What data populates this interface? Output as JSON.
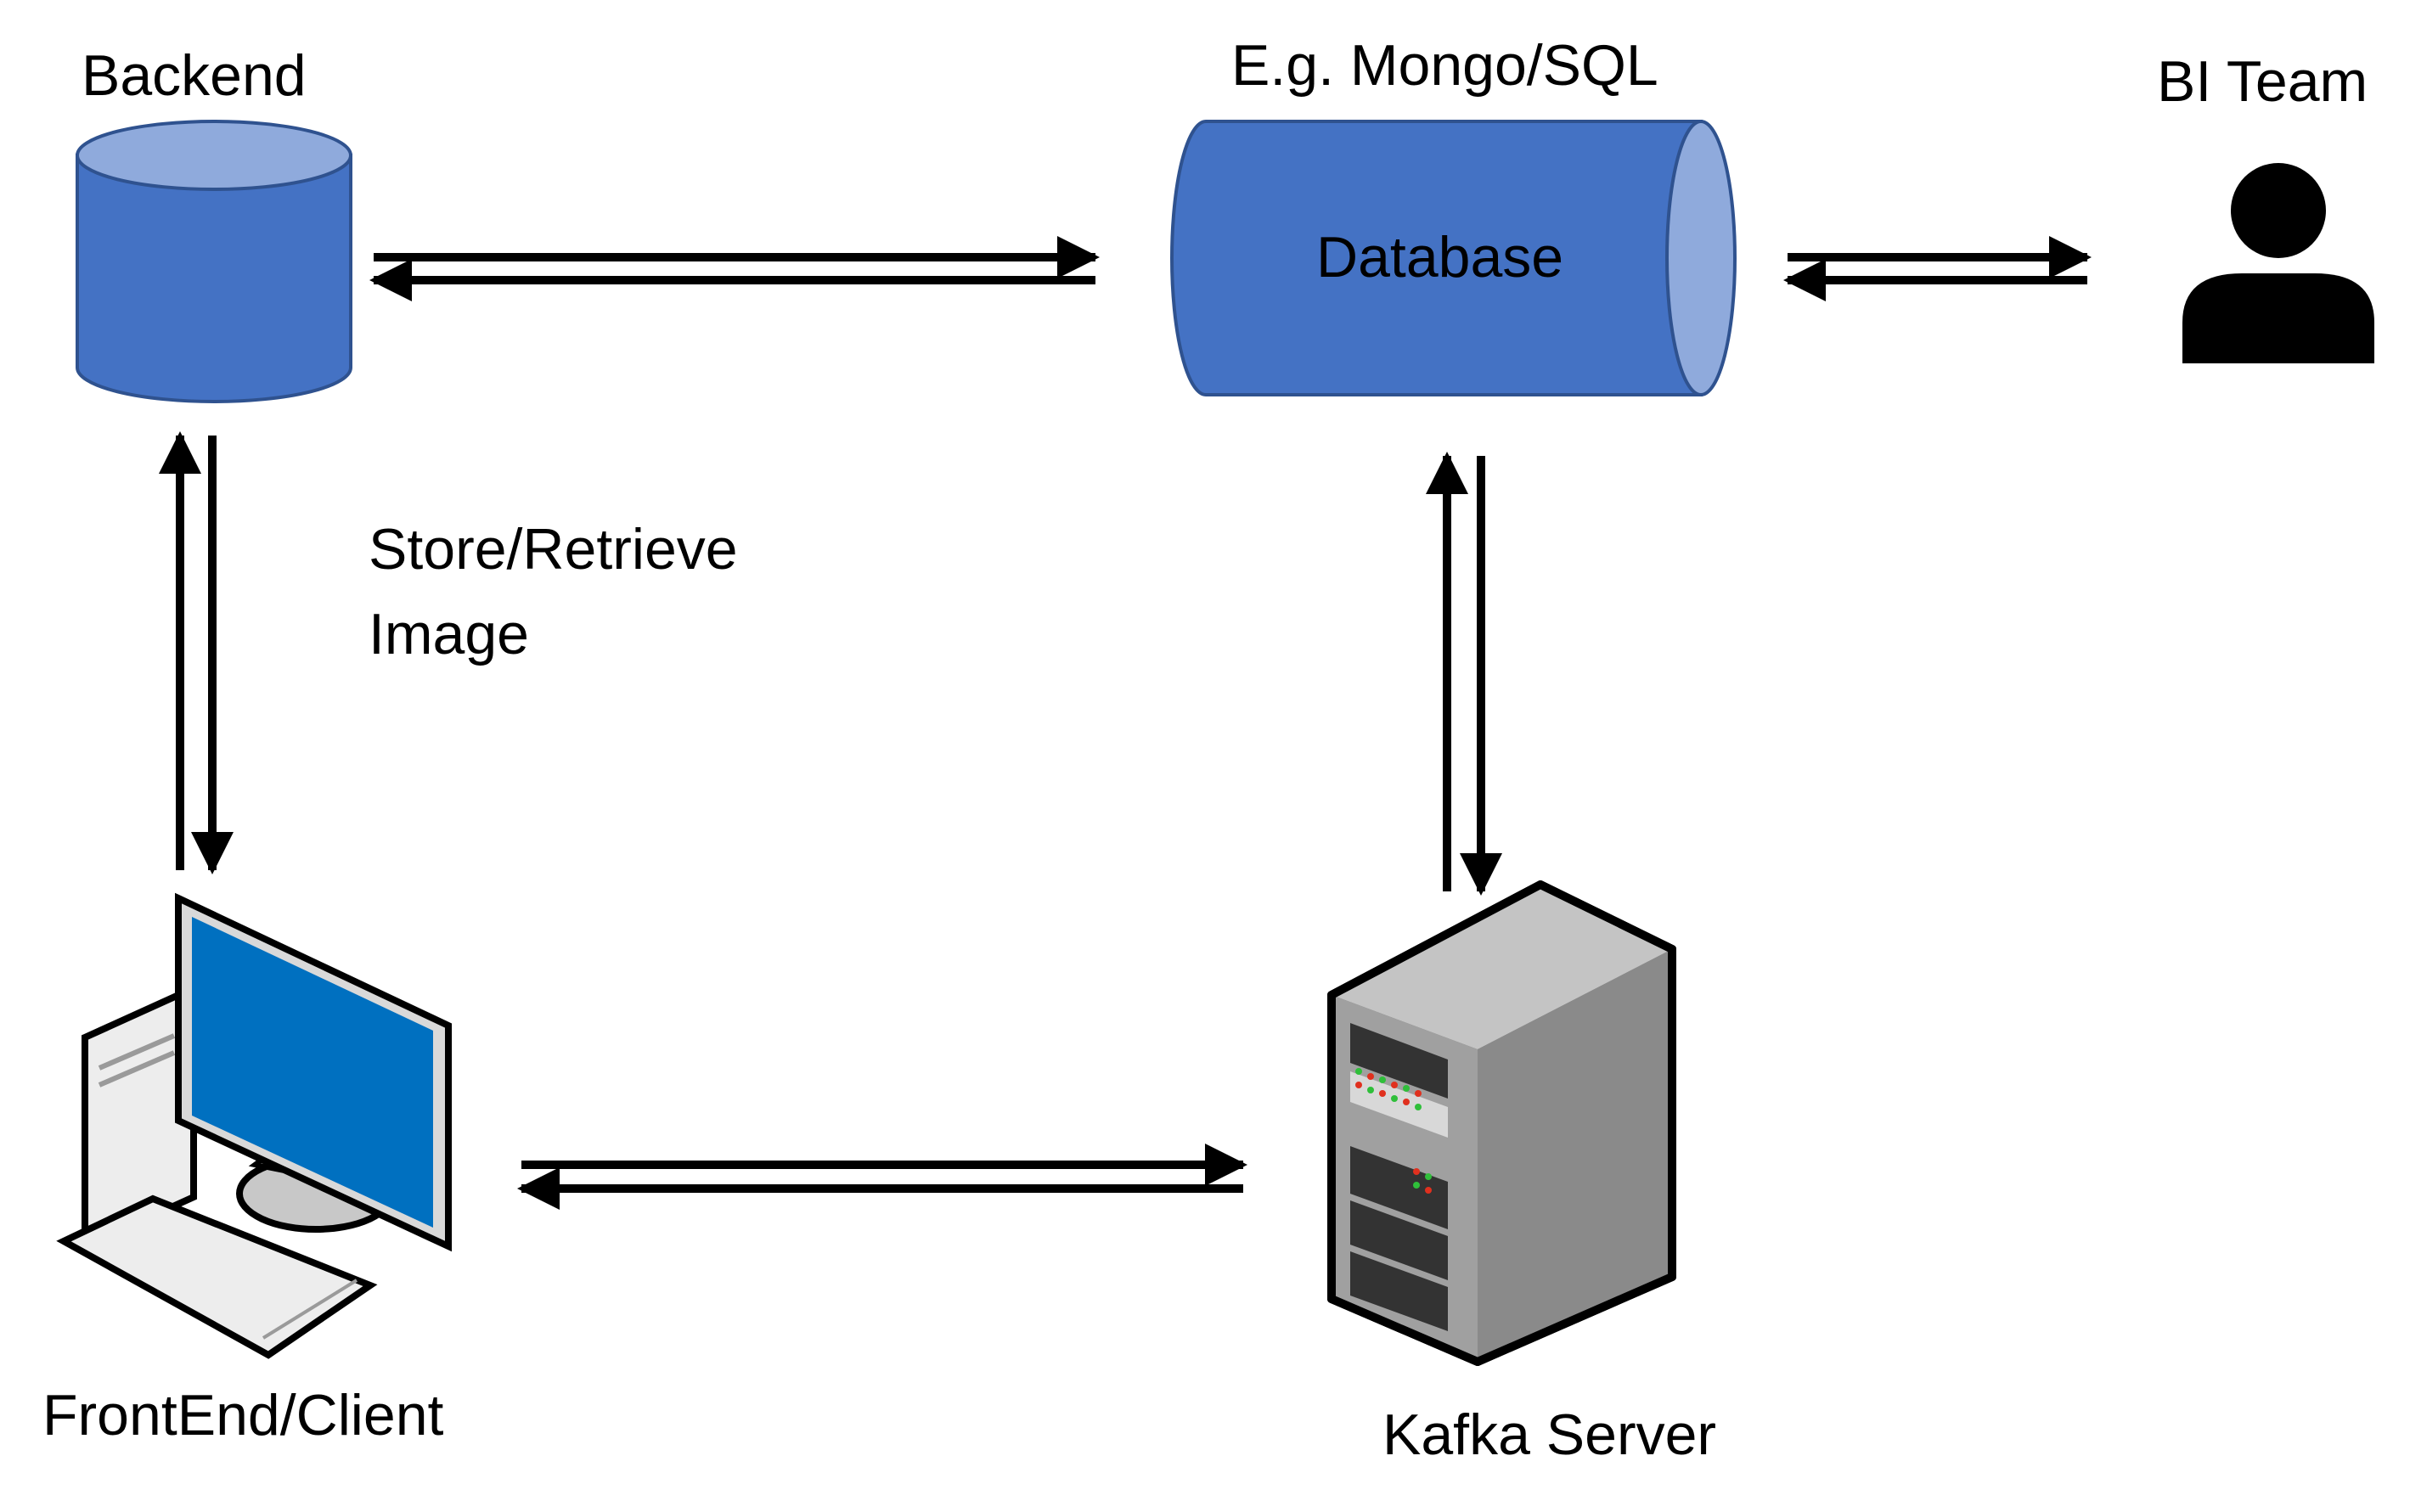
{
  "labels": {
    "backend": "Backend",
    "database_subtitle": "E.g. Mongo/SQL",
    "database": "Database",
    "bi_team": "BI Team",
    "store_retrieve_line1": "Store/Retrieve",
    "store_retrieve_line2": "Image",
    "frontend": "FrontEnd/Client",
    "kafka": "Kafka Server"
  },
  "icons": {
    "backend": "database-cylinder-icon",
    "database": "horizontal-cylinder-icon",
    "bi_team": "person-icon",
    "frontend": "desktop-computer-icon",
    "kafka": "server-tower-icon"
  },
  "colors": {
    "cylinder_body": "#4472C4",
    "cylinder_cap": "#8FAADC",
    "cylinder_edge": "#2F528F",
    "monitor_screen": "#0070C0",
    "server_front": "#a0a0a0",
    "server_side": "#7a7a7a",
    "line": "#000000"
  }
}
